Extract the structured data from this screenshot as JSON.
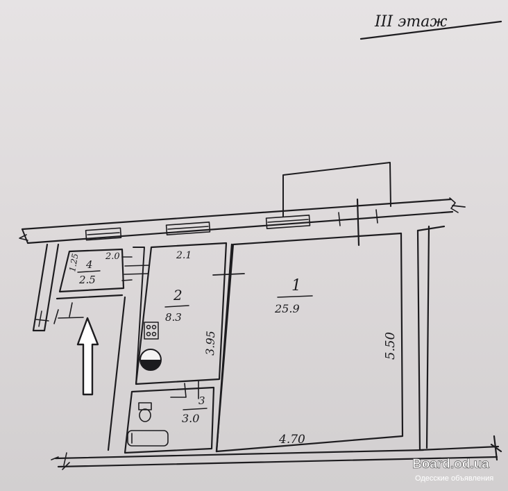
{
  "title": "III этаж",
  "rooms": [
    {
      "number": "1",
      "area": "25.9"
    },
    {
      "number": "2",
      "area": "8.3"
    },
    {
      "number": "3",
      "area": "3.0"
    },
    {
      "number": "4",
      "area": "2.5"
    }
  ],
  "dimensions": {
    "room4_left": "1.25",
    "room4_top": "2.0",
    "room2_top": "2.1",
    "room2_right": "3.95",
    "room1_right": "5.50",
    "room1_bottom": "4.70"
  },
  "watermark": {
    "site": "Board.od.ua",
    "caption": "Одесские объявления"
  }
}
